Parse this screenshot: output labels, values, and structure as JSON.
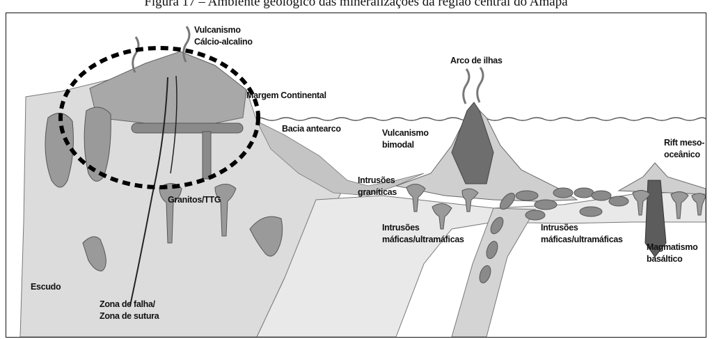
{
  "figure": {
    "caption": "Figura 17 – Ambiente geológico das mineralizações da região central do Amapá"
  },
  "labels": {
    "vulcanismo_calcio": "Vulcanismo\nCálcio-alcalino",
    "margem_continental": "Margem Continental",
    "bacia_antearco": "Bacia antearco",
    "arco_ilhas": "Arco de ilhas",
    "vulcanismo_bimodal": "Vulcanismo\nbimodal",
    "rift": "Rift meso-\noceânico",
    "intrusoes_graniticas": "Intrusões\ngraníticas",
    "granitos_ttg": "Granitos/TTG",
    "intrusoes_maficas_1": "Intrusões\nmáficas/ultramáficas",
    "intrusoes_maficas_2": "Intrusões\nmáficas/ultramáficas",
    "magmatismo": "Magmatismo\nbasáltico",
    "escudo": "Escudo",
    "zona_falha": "Zona de falha/\nZona de sutura"
  },
  "colors": {
    "crust": "#dcdcdc",
    "dark": "#6e6e6e",
    "mid": "#9a9a9a",
    "water_line": "#555555"
  }
}
